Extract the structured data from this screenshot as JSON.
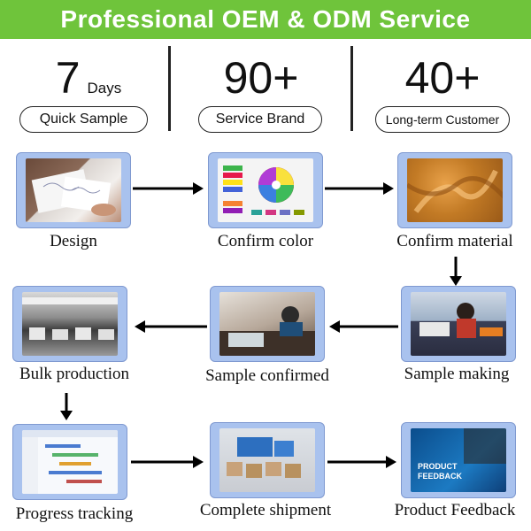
{
  "banner": {
    "title": "Professional OEM & ODM Service"
  },
  "stats": [
    {
      "value": "7",
      "unit": "Days",
      "label": "Quick Sample"
    },
    {
      "value": "90+",
      "unit": "",
      "label": "Service Brand"
    },
    {
      "value": "40+",
      "unit": "",
      "label": "Long-term Customer"
    }
  ],
  "steps": [
    {
      "label": "Design",
      "icon": "design-sketch-photo"
    },
    {
      "label": "Confirm color",
      "icon": "color-wheel-photo"
    },
    {
      "label": "Confirm material",
      "icon": "fabric-photo"
    },
    {
      "label": "Sample making",
      "icon": "sewing-photo"
    },
    {
      "label": "Sample confirmed",
      "icon": "meeting-photo"
    },
    {
      "label": "Bulk production",
      "icon": "factory-photo"
    },
    {
      "label": "Progress tracking",
      "icon": "gantt-chart-photo"
    },
    {
      "label": "Complete shipment",
      "icon": "cargo-boxes-photo"
    },
    {
      "label": "Product Feedback",
      "icon": "feedback-photo"
    }
  ],
  "feedback_image_text": "PRODUCT FEEDBACK",
  "colors": {
    "banner": "#6fc43b",
    "card": "#a9c2ee",
    "text": "#111111"
  }
}
